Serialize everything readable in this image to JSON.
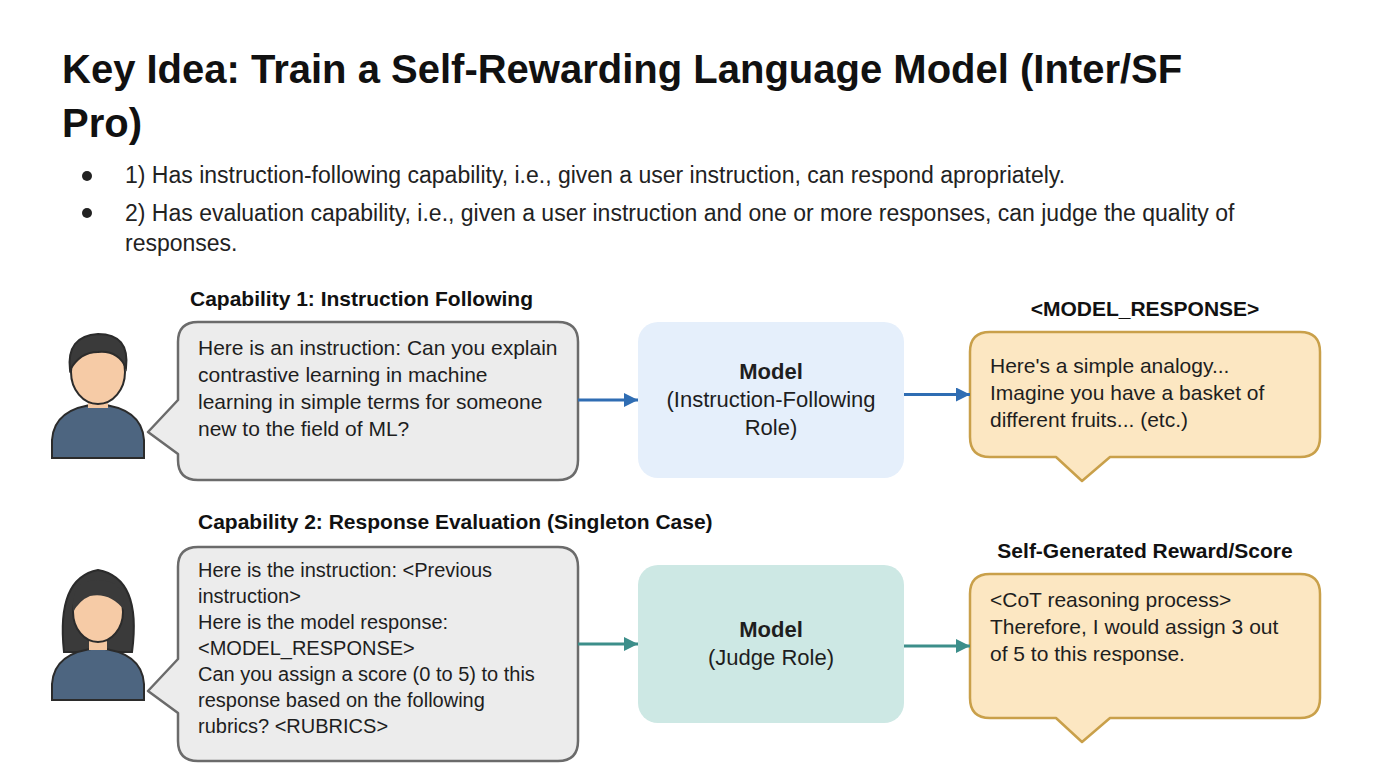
{
  "diagram": {
    "title": "Key Idea: Train a Self-Rewarding Language Model (Inter/SF Pro)",
    "nodes": [
      {
        "text": [
          "Here is an instruction: Can you explain contrastive learning in machine learning in simple terms for someone new to the field of ML?"
        ]
      },
      {
        "text": [
          "Model",
          "(Instruction-Following Role)"
        ]
      },
      {
        "text": [
          "<MODEL_RESPONSE>",
          "Here's a simple analogy... Imagine you have a basket of different fruits... (etc.)"
        ]
      },
      {
        "text": [
          "Here is the instruction: <Previous instruction>",
          "Here is the model response: <MODEL_RESPONSE>",
          "Can you assign a score (0 to 5) to this response based on the following rubrics? <RUBRICS>"
        ]
      },
      {
        "text": [
          "Model",
          "(Judge Role)"
        ]
      },
      {
        "text": [
          "Self-Generated Reward/Score",
          "<CoT reasoning process>",
          "Therefore, I would assign 3 out of 5 to this response."
        ]
      }
    ],
    "edges": [
      {
        "from": 0,
        "to": 1,
        "arrow": "to"
      },
      {
        "from": 1,
        "to": 2,
        "arrow": "to"
      },
      {
        "from": 3,
        "to": 4,
        "arrow": "to"
      },
      {
        "from": 4,
        "to": 5,
        "arrow": "to"
      }
    ],
    "labels": [
      "1) Has instruction-following capability, i.e., given a user instruction, can respond apropriately.",
      "2) Has evaluation capability, i.e., given a user instruction and one or more responses, can judge the quality of responses.",
      "Capability 1: Instruction Following",
      "Capability 2: Response Evaluation (Singleton Case)"
    ]
  }
}
